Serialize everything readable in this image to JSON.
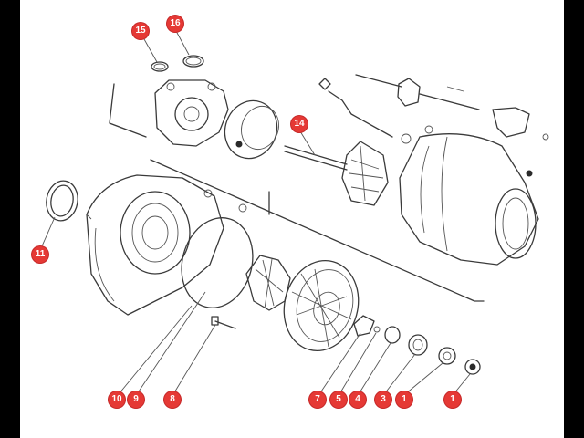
{
  "diagram": {
    "callouts": [
      {
        "id": "c15",
        "label": "15"
      },
      {
        "id": "c16",
        "label": "16"
      },
      {
        "id": "c14",
        "label": "14"
      },
      {
        "id": "c11",
        "label": "11"
      },
      {
        "id": "c10",
        "label": "10"
      },
      {
        "id": "c9",
        "label": "9"
      },
      {
        "id": "c8",
        "label": "8"
      },
      {
        "id": "c7",
        "label": "7"
      },
      {
        "id": "c5",
        "label": "5"
      },
      {
        "id": "c4",
        "label": "4"
      },
      {
        "id": "c3",
        "label": "3"
      },
      {
        "id": "c1a",
        "label": "1"
      },
      {
        "id": "c1b",
        "label": "1"
      }
    ],
    "colors": {
      "background": "#000000",
      "sheet": "#ffffff",
      "linework": "#3a3a3a",
      "callout": "#e53935"
    }
  }
}
